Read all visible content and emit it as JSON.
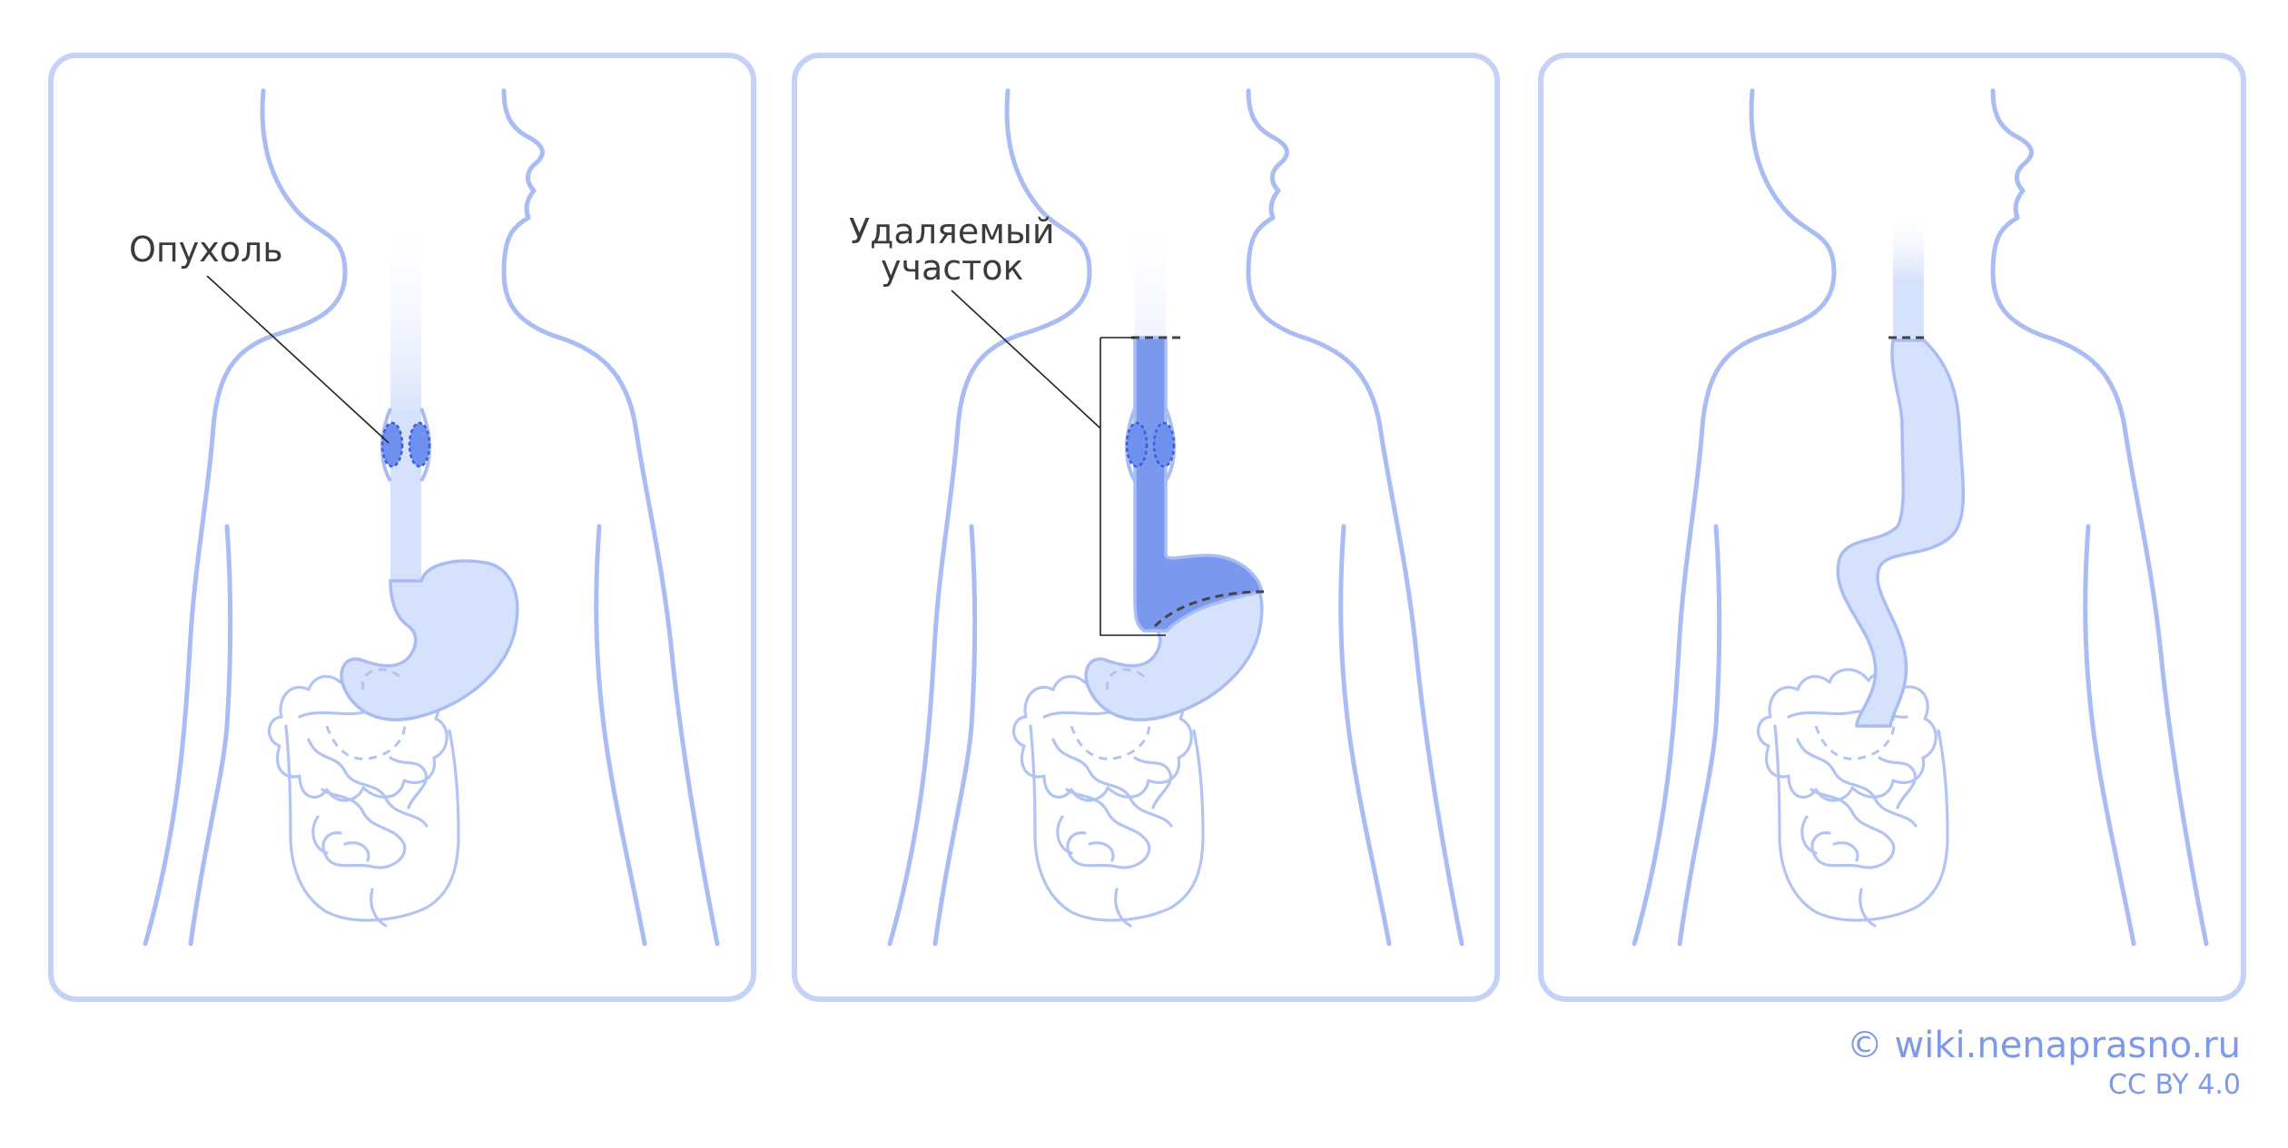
{
  "panels": [
    {
      "label": "Опухоль"
    },
    {
      "label_lines": [
        "Удаляемый",
        "участок"
      ]
    },
    {
      "label": ""
    }
  ],
  "credit": {
    "site": "© wiki.nenaprasno.ru",
    "license": "CC BY 4.0"
  }
}
